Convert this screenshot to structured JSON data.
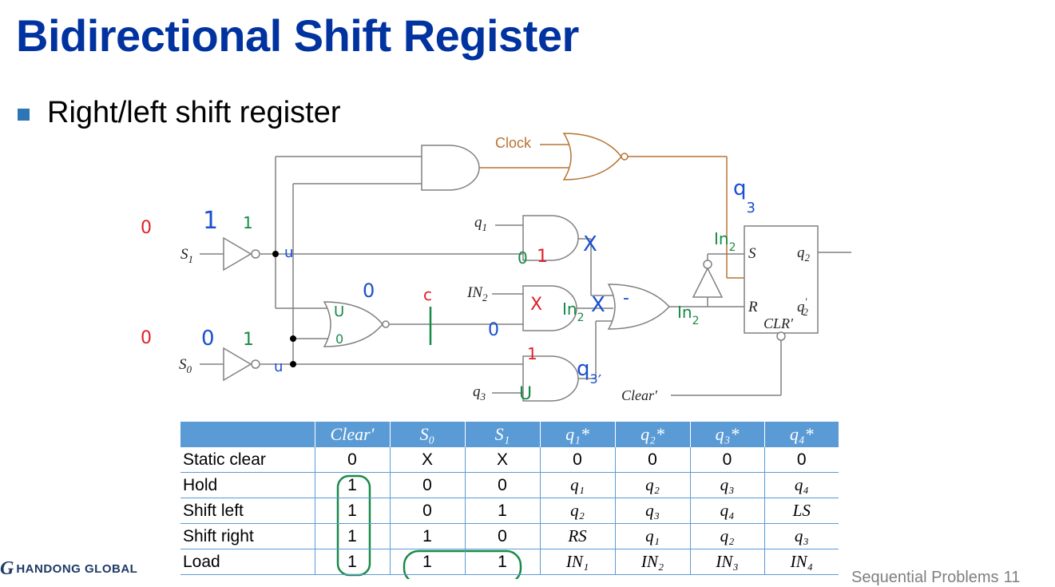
{
  "slide": {
    "title": "Bidirectional Shift Register",
    "bullet": "Right/left shift register"
  },
  "diagram": {
    "labels": {
      "clock": "Clock",
      "s1": "S",
      "s1_sub": "1",
      "s0": "S",
      "s0_sub": "0",
      "q1": "q",
      "q1_sub": "1",
      "in2": "IN",
      "in2_sub": "2",
      "q3": "q",
      "q3_sub": "3",
      "ff_s": "S",
      "ff_r": "R",
      "ff_q2": "q",
      "ff_q2_sub": "2",
      "ff_q2p": "q",
      "ff_q2p_sub": "2",
      "ff_prime": "′",
      "ff_clr": "CLR′",
      "clear": "Clear′"
    },
    "colors": {
      "wire": "#808080",
      "clock": "#b87333",
      "red_ink": "#e0202a",
      "blue_ink": "#1a4fd1",
      "green_ink": "#188a48"
    },
    "annotations": {
      "red_s1": "0",
      "red_s0": "0",
      "red_nor": "c",
      "red_and1": "1",
      "red_and2": "X",
      "red_and3": "1",
      "blue_s1_a": "1",
      "blue_s0_a": "0",
      "blue_nor_out": "0",
      "blue_nor_in": "0",
      "blue_and1_x": "X",
      "blue_and2_x": "X",
      "blue_or_out": "-",
      "blue_s1_inv": "u",
      "blue_s0_inv": "u",
      "blue_q3": "q",
      "blue_q3_sub": "3",
      "blue_q3_tail": "′",
      "blue_s_q": "q",
      "blue_s_sub": "3",
      "green_s1_b": "1",
      "green_s0_b": "1",
      "green_nor_in": "U",
      "green_nor_in2": "0",
      "green_and1": "0",
      "green_and3": "U",
      "green_in2": "In",
      "green_in2_sub": "2",
      "green_in2_or": "In",
      "green_in2_or_sub": "2",
      "green_in_s": "In",
      "green_in_s_sub": "2"
    }
  },
  "truth_table": {
    "headers": [
      "",
      "Clear′",
      "S₀",
      "S₁",
      "q₁*",
      "q₂*",
      "q₃*",
      "q₄*"
    ],
    "rows": [
      [
        "Static clear",
        "0",
        "X",
        "X",
        "0",
        "0",
        "0",
        "0"
      ],
      [
        "Hold",
        "1",
        "0",
        "0",
        "q₁",
        "q₂",
        "q₃",
        "q₄"
      ],
      [
        "Shift left",
        "1",
        "0",
        "1",
        "q₂",
        "q₃",
        "q₄",
        "LS"
      ],
      [
        "Shift right",
        "1",
        "1",
        "0",
        "RS",
        "q₁",
        "q₂",
        "q₃"
      ],
      [
        "Load",
        "1",
        "1",
        "1",
        "IN₁",
        "IN₂",
        "IN₃",
        "IN₄"
      ]
    ]
  },
  "footer": {
    "logo_mark": "G",
    "logo_text": "HANDONG GLOBAL",
    "section": "Sequential Problems",
    "page": "11"
  }
}
